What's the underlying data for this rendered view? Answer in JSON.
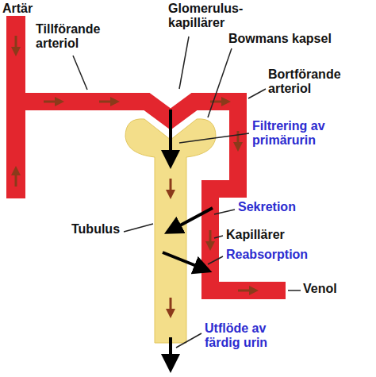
{
  "diagram": {
    "labels": [
      "Artär",
      "Tillförande arteriol",
      "Glomerulus- kapillärer",
      "Bowmans kapsel",
      "Bortförande arteriol",
      "Filtrering av primärurin",
      "Tubulus",
      "Sekretion",
      "Kapillärer",
      "Reabsorption",
      "Venol",
      "Utflöde av färdig urin"
    ]
  }
}
